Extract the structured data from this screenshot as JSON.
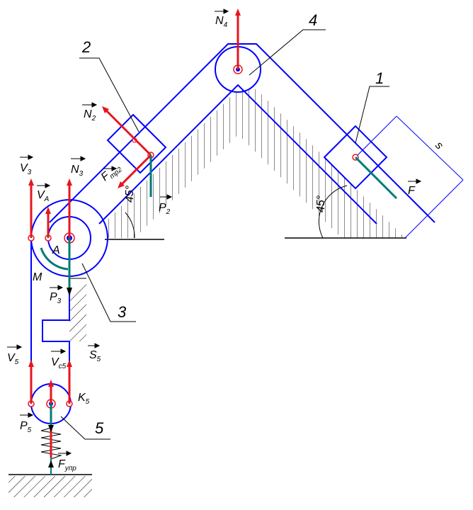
{
  "part_numbers": {
    "n1": "1",
    "n2": "2",
    "n3": "3",
    "n4": "4",
    "n5": "5"
  },
  "forces": {
    "N4": "N",
    "N4_sub": "4",
    "N2": "N",
    "N2_sub": "2",
    "Ftr2": "F",
    "Ftr2_sub": "тр2",
    "P2": "P",
    "P2_sub": "2",
    "F": "F",
    "V3": "V",
    "V3_sub": "3",
    "VA": "V",
    "VA_sub": "A",
    "N3": "N",
    "N3_sub": "3",
    "P3": "P",
    "P3_sub": "3",
    "S5": "S",
    "S5_sub": "5",
    "V5": "V",
    "V5_sub": "5",
    "Vc5": "V",
    "Vc5_sub": "c5",
    "K5": "K",
    "K5_sub": "5",
    "P5": "P",
    "P5_sub": "5",
    "Fupr": "F",
    "Fupr_sub": "упр"
  },
  "points": {
    "A": "A",
    "M": "M"
  },
  "dimensions": {
    "s": "s",
    "angle_left": "45°",
    "angle_right": "45°"
  },
  "colors": {
    "structure": "#0000ff",
    "force": "#e8141e",
    "velocity": "#007a7a",
    "ink": "#000000"
  }
}
